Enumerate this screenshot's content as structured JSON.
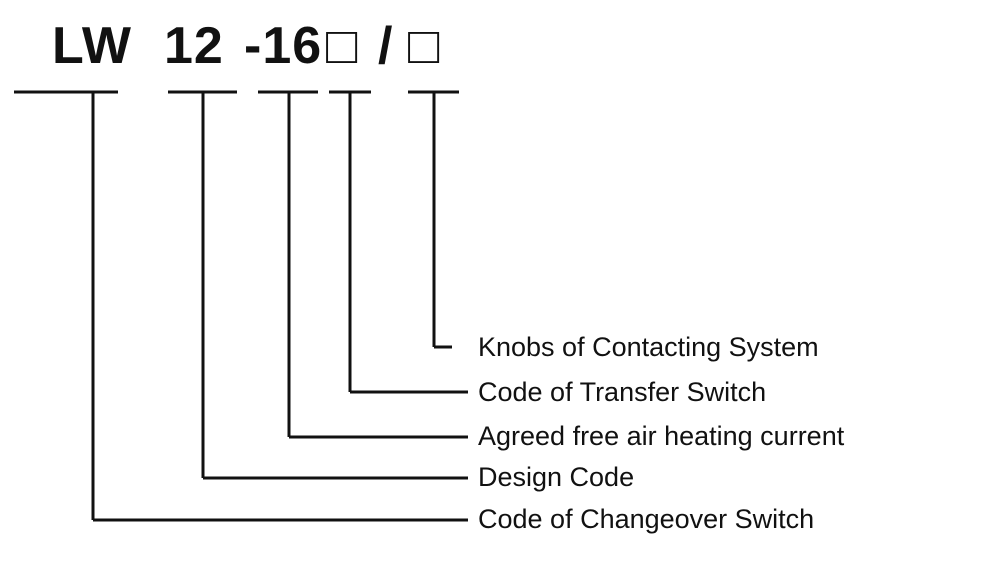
{
  "code": {
    "segments": {
      "changeover": "LW",
      "design": "12",
      "heating": "-16",
      "transfer_box": "□",
      "slash": "/",
      "knobs_box": "□"
    }
  },
  "labels": {
    "knobs": "Knobs of Contacting System",
    "transfer": "Code of Transfer Switch",
    "heating": "Agreed free air heating current",
    "design": "Design Code",
    "changeover": "Code of Changeover Switch"
  },
  "colors": {
    "line": "#111111",
    "text": "#111111",
    "background": "#ffffff"
  }
}
